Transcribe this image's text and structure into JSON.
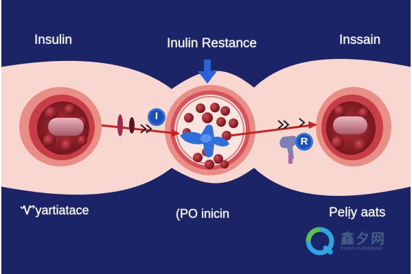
{
  "labels": {
    "top_left": "Insulin",
    "top_center": "Inulin Restance",
    "top_right": "Inssain",
    "bottom_left": "Ꮙyartiatace",
    "bottom_center": "(PO inicin",
    "bottom_right": "Pelịy aats"
  },
  "badges": {
    "left": "I",
    "right": "R"
  },
  "watermark": {
    "logo_letter": "Q",
    "text_cn": "鑫夕网",
    "text_en": "KANGYUNWANG"
  },
  "colors": {
    "background": "#1b2466",
    "tube": "#f7d7d0",
    "vessel_wall": "#c83e48",
    "blood_cell": "#8e1a22",
    "receptor_blue": "#2f6fd8",
    "arrow_red": "#c91f1f",
    "down_arrow": "#2a62d8"
  },
  "icons": {
    "down_arrow": "arrow-down-icon",
    "left_receptor": "receptor-disc-icon",
    "right_receptor": "receptor-y-icon",
    "logo": "q-logo-icon"
  }
}
